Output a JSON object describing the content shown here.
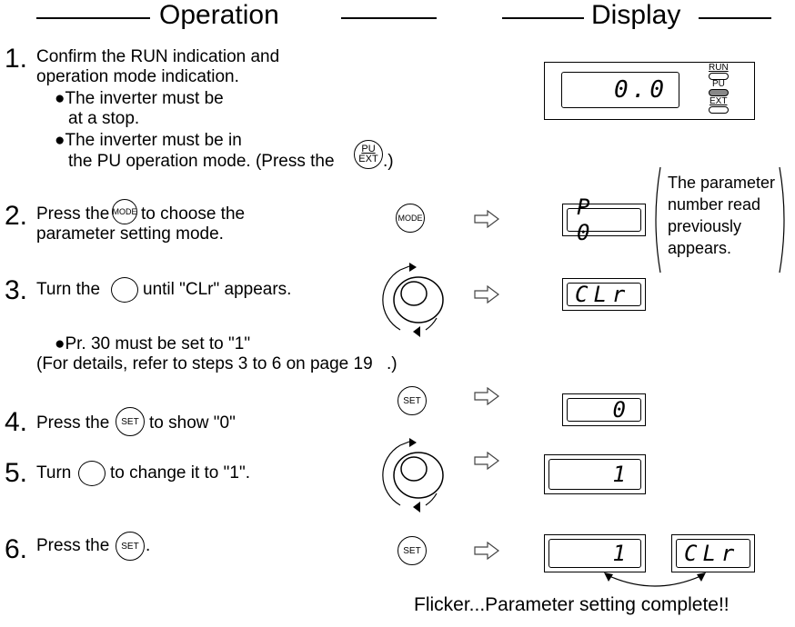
{
  "header": {
    "operation": "Operation",
    "display": "Display"
  },
  "steps": [
    {
      "num": "1.",
      "lines": [
        "Confirm the RUN indication and",
        "operation mode indication."
      ]
    },
    {
      "num": "2.",
      "lines": [
        "Press the",
        "to choose the",
        "parameter setting mode."
      ]
    },
    {
      "num": "3.",
      "lines": [
        "Turn the",
        "until \"CLr\" appears."
      ]
    },
    {
      "num": "4.",
      "lines": [
        "Press the",
        "to show \"0\""
      ]
    },
    {
      "num": "5.",
      "lines": [
        "Turn",
        "to change it to \"1\"."
      ]
    },
    {
      "num": "6.",
      "lines": [
        "Press the",
        "."
      ]
    }
  ],
  "bullets": {
    "b1a": "●The inverter must be",
    "b1b": "at a stop.",
    "b2a": "●The inverter must be in",
    "b2b": "the PU operation mode. (Press the",
    "b2c": ".)",
    "b3a": "●Pr. 30 must be set to \"1\"",
    "b3b": "(For details, refer to steps 3 to 6 on page 19",
    "b3c": ".)"
  },
  "keys": {
    "mode": "MODE",
    "set": "SET",
    "pu": "PU",
    "ext": "EXT",
    "run": "RUN"
  },
  "displays": {
    "d1": "0.0",
    "d2": "P  0",
    "d3": "CLr",
    "d4": "0",
    "d5": "1",
    "d6a": "1",
    "d6b": "CLr"
  },
  "note": [
    "The parameter",
    "number read",
    "previously",
    "appears."
  ],
  "footer": "Flicker...Parameter setting complete!!"
}
